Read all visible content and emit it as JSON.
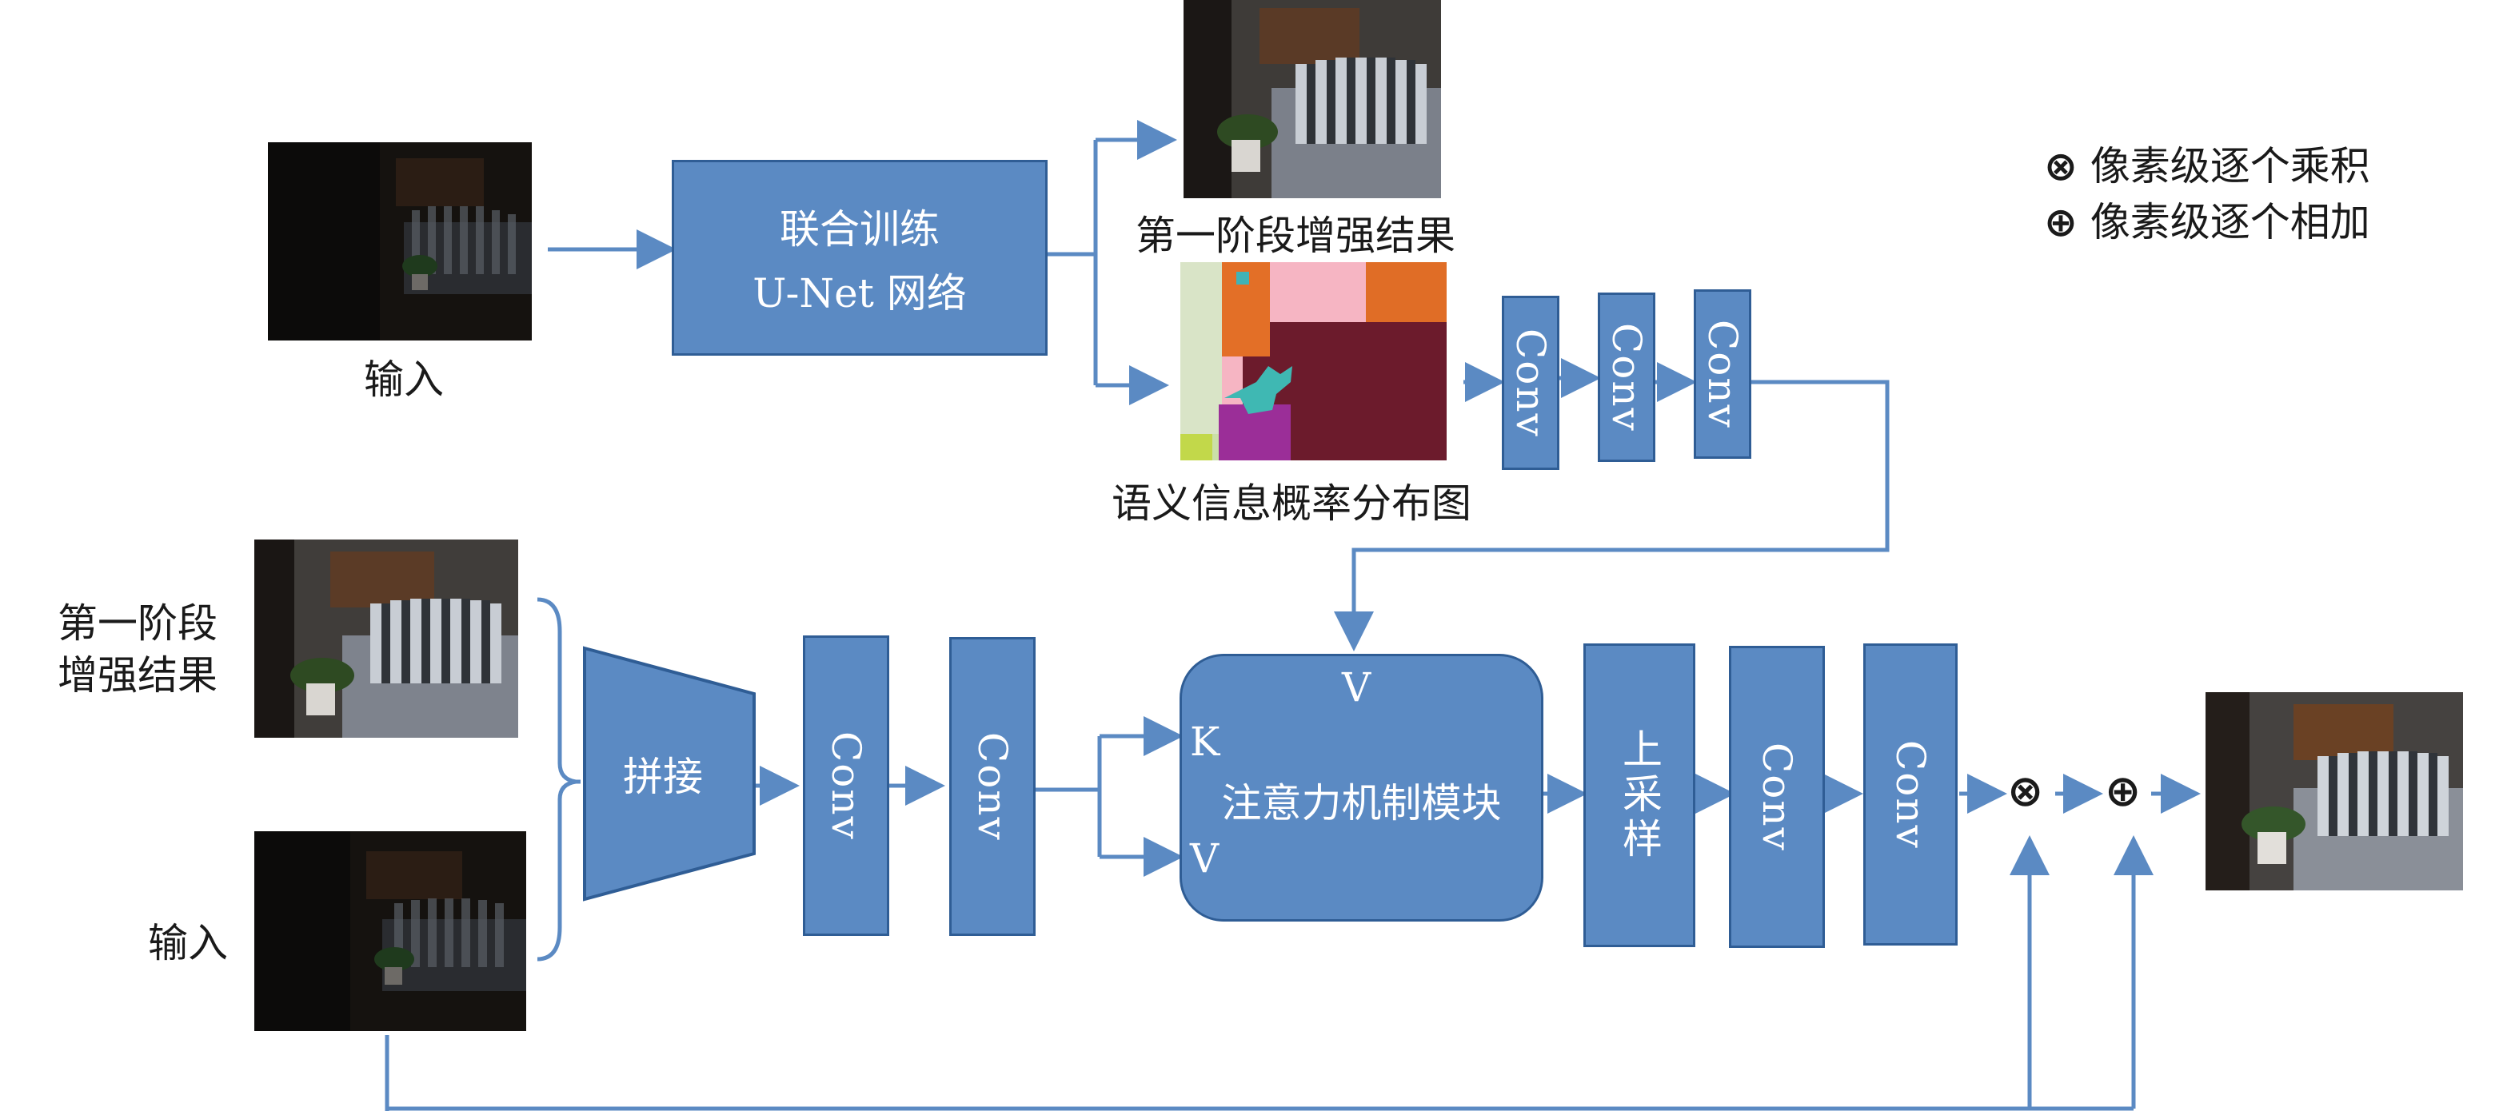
{
  "legend": {
    "product": "像素级逐个乘积",
    "sum": "像素级逐个相加"
  },
  "top": {
    "input_label": "输入",
    "unet_line1": "联合训练",
    "unet_line2": "U-Net 网络",
    "stage1_label": "第一阶段增强结果",
    "semantic_label": "语义信息概率分布图",
    "conv": "Conv"
  },
  "bottom": {
    "stage1_label_line1": "第一阶段",
    "stage1_label_line2": "增强结果",
    "input_label": "输入",
    "concat": "拼接",
    "conv": "Conv",
    "attn": "注意力机制模块",
    "attn_v_top": "V",
    "attn_k": "K",
    "attn_v_bottom": "V",
    "upsample": "上采样",
    "otimes": "⊗",
    "oplus": "⊕"
  },
  "colors": {
    "block": "#5b8ac3",
    "block_border": "#2f5d95",
    "arrow": "#5b8ac3"
  }
}
